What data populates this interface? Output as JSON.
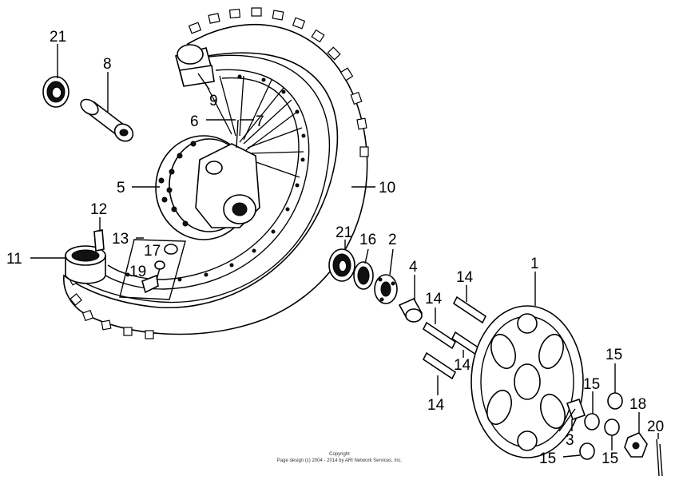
{
  "callouts": [
    {
      "id": "c1",
      "text": "1"
    },
    {
      "id": "c2",
      "text": "2"
    },
    {
      "id": "c3",
      "text": "3"
    },
    {
      "id": "c4",
      "text": "4"
    },
    {
      "id": "c5",
      "text": "5"
    },
    {
      "id": "c6",
      "text": "6"
    },
    {
      "id": "c7",
      "text": "7"
    },
    {
      "id": "c8",
      "text": "8"
    },
    {
      "id": "c9",
      "text": "9"
    },
    {
      "id": "c10",
      "text": "10"
    },
    {
      "id": "c11",
      "text": "11"
    },
    {
      "id": "c12",
      "text": "12"
    },
    {
      "id": "c13",
      "text": "13"
    },
    {
      "id": "c14a",
      "text": "14"
    },
    {
      "id": "c14b",
      "text": "14"
    },
    {
      "id": "c14c",
      "text": "14"
    },
    {
      "id": "c14d",
      "text": "14"
    },
    {
      "id": "c15a",
      "text": "15"
    },
    {
      "id": "c15b",
      "text": "15"
    },
    {
      "id": "c15c",
      "text": "15"
    },
    {
      "id": "c15d",
      "text": "15"
    },
    {
      "id": "c16",
      "text": "16"
    },
    {
      "id": "c17",
      "text": "17"
    },
    {
      "id": "c18",
      "text": "18"
    },
    {
      "id": "c19",
      "text": "19"
    },
    {
      "id": "c20",
      "text": "20"
    },
    {
      "id": "c21a",
      "text": "21"
    },
    {
      "id": "c21b",
      "text": "21"
    }
  ],
  "footer": {
    "line1": "Copyright",
    "line2": "Page design (c) 2004 - 2014 by ARI Network Services, Inc."
  }
}
